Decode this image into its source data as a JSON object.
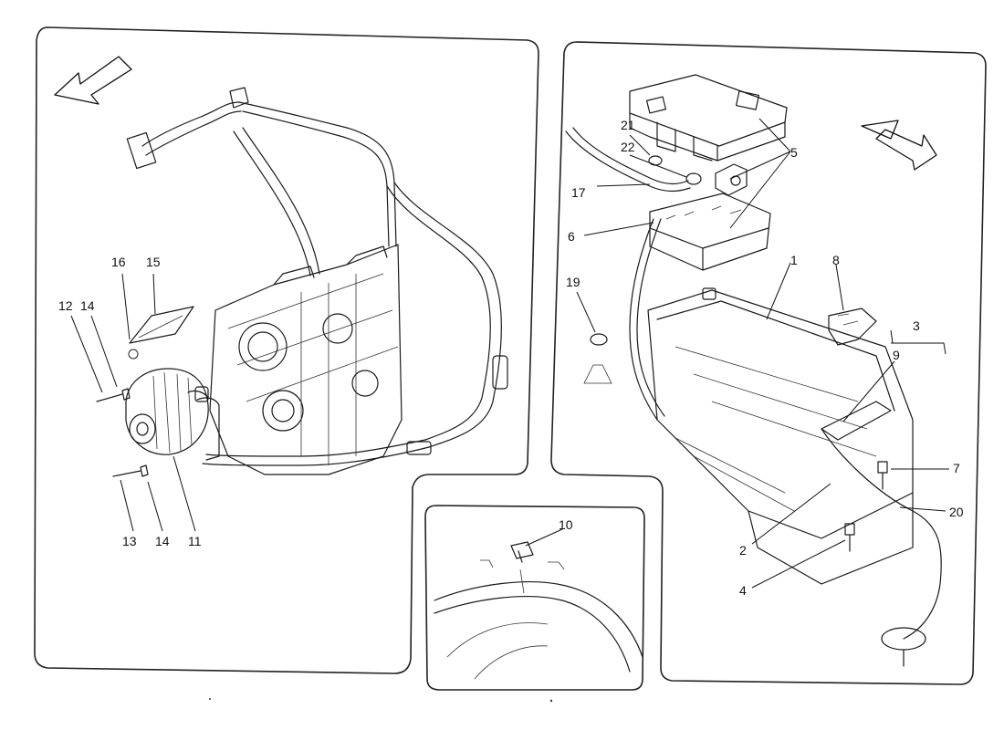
{
  "labels": {
    "p1": "1",
    "p2": "2",
    "p3": "3",
    "p4": "4",
    "p5": "5",
    "p6": "6",
    "p7": "7",
    "p8": "8",
    "p9": "9",
    "p10": "10",
    "p11": "11",
    "p12": "12",
    "p13": "13",
    "p14a": "14",
    "p14b": "14",
    "p15": "15",
    "p16": "16",
    "p17": "17",
    "p19": "19",
    "p20": "20",
    "p21": "21",
    "p22": "22"
  }
}
